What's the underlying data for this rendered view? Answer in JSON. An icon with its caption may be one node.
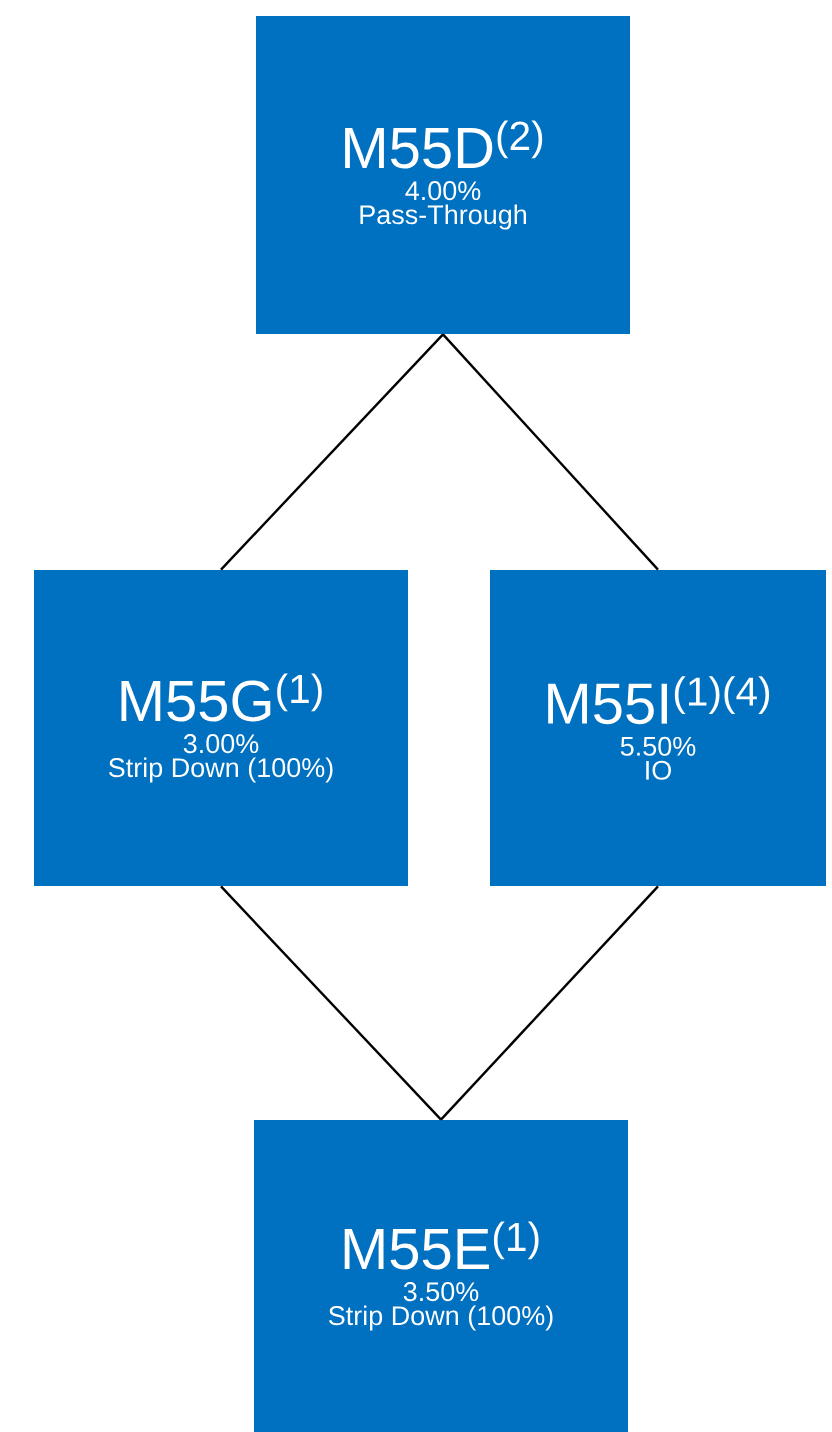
{
  "diagram": {
    "nodes": [
      {
        "text": [
          "M55D$^{(2)}$",
          "4.00%",
          "Pass-Through"
        ]
      },
      {
        "text": [
          "M55G$^{(1)}$",
          "3.00%",
          "Strip Down (100%)"
        ]
      },
      {
        "text": [
          "M55I$^{(1)(4)}$",
          "5.50%",
          "IO"
        ]
      },
      {
        "text": [
          "M55E$^{(1)}$",
          "3.50%",
          "Strip Down (100%)"
        ]
      }
    ],
    "edges": [
      {
        "from": 0,
        "to": 1,
        "arrow": "none"
      },
      {
        "from": 0,
        "to": 2,
        "arrow": "none"
      },
      {
        "from": 1,
        "to": 3,
        "arrow": "none"
      },
      {
        "from": 2,
        "to": 3,
        "arrow": "none"
      }
    ]
  }
}
